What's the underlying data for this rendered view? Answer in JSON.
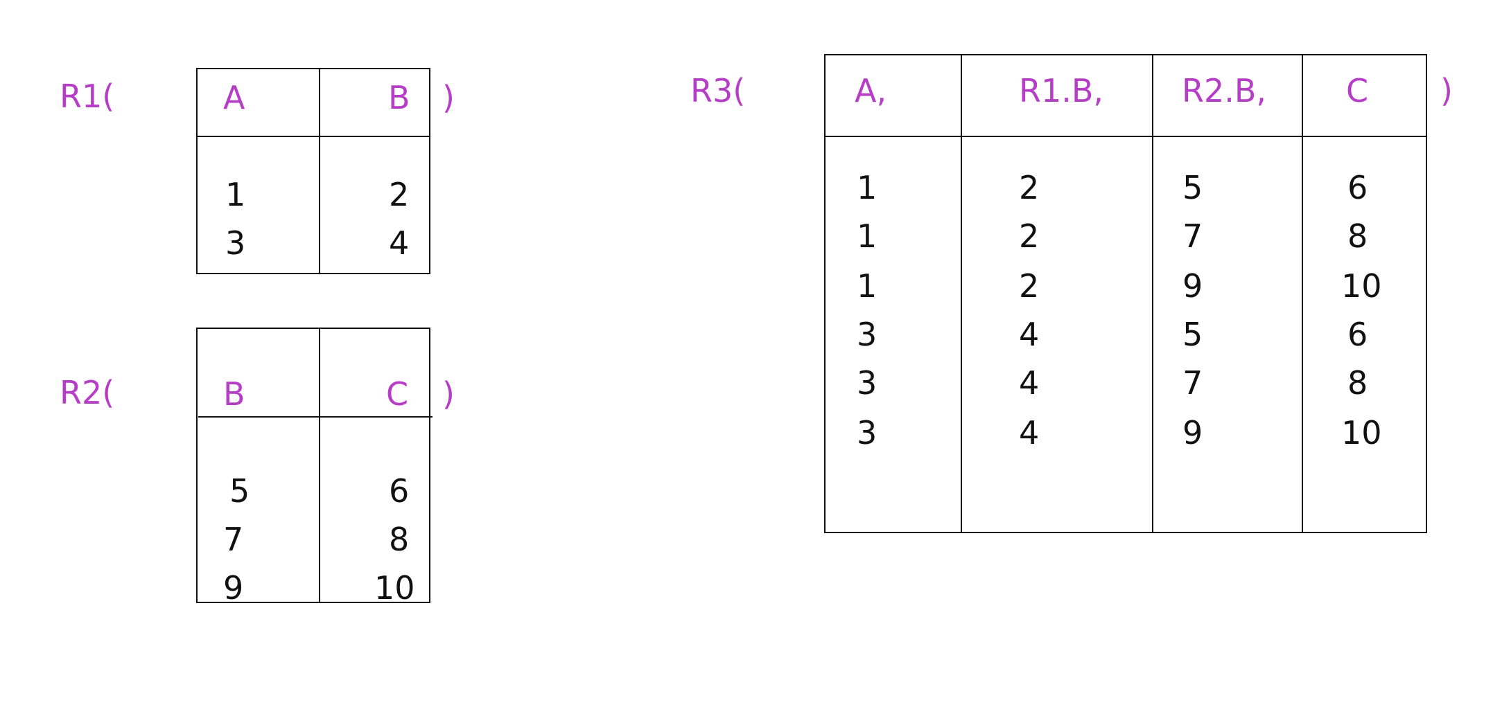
{
  "r1": {
    "name": "R1(",
    "close": ")",
    "headers": [
      "A",
      "B"
    ],
    "rows": [
      [
        "1",
        "2"
      ],
      [
        "3",
        "4"
      ]
    ]
  },
  "r2": {
    "name": "R2(",
    "close": ")",
    "headers": [
      "B",
      "C"
    ],
    "rows": [
      [
        "5",
        "6"
      ],
      [
        "7",
        "8"
      ],
      [
        "9",
        "10"
      ]
    ]
  },
  "r3": {
    "name": "R3(",
    "close": ")",
    "headers": [
      "A,",
      "R1.B,",
      "R2.B,",
      "C"
    ],
    "rows": [
      [
        "1",
        "2",
        "5",
        "6"
      ],
      [
        "1",
        "2",
        "7",
        "8"
      ],
      [
        "1",
        "2",
        "9",
        "10"
      ],
      [
        "3",
        "4",
        "5",
        "6"
      ],
      [
        "3",
        "4",
        "7",
        "8"
      ],
      [
        "3",
        "4",
        "9",
        "10"
      ]
    ]
  },
  "colors": {
    "label": "#b63ec6",
    "text": "#111111",
    "border": "#111111"
  }
}
